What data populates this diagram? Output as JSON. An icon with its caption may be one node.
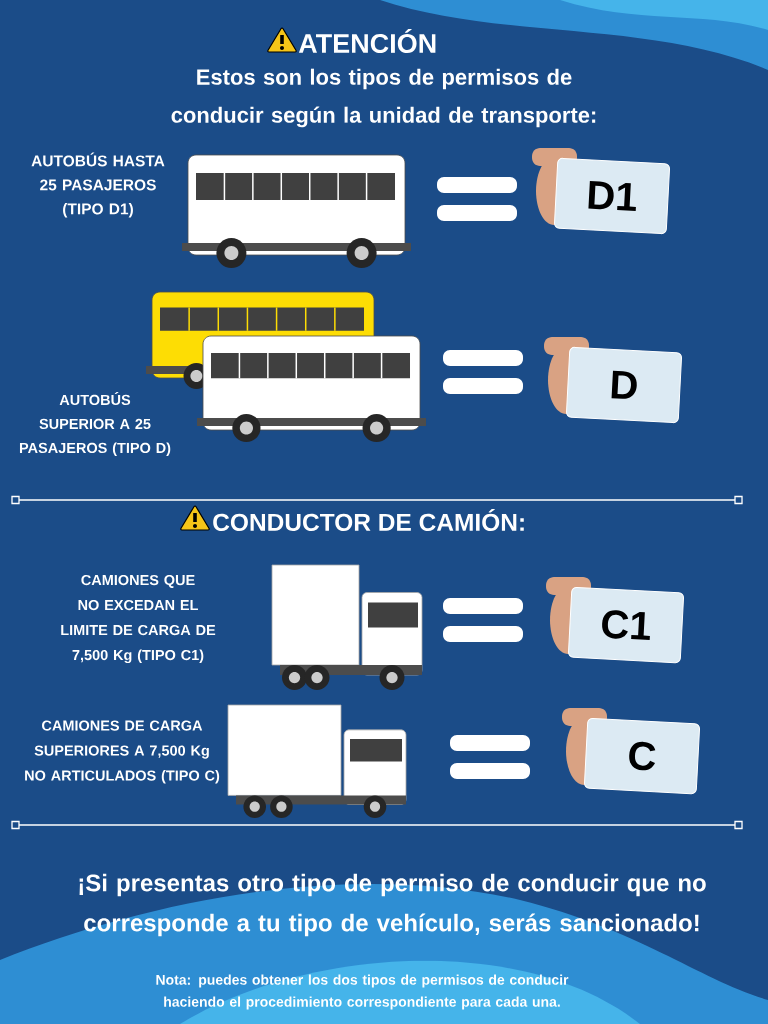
{
  "diagram": {
    "title": "ATENCIÓN",
    "nodes": [
      {
        "text": [
          "D1"
        ]
      },
      {
        "text": [
          "D"
        ]
      },
      {
        "text": [
          "C1"
        ]
      },
      {
        "text": [
          "C"
        ]
      }
    ],
    "labels": [
      "Estos son los tipos de permisos de conducir según la unidad de transporte:",
      "AUTOBÚS HASTA 25 PASAJEROS (TIPO D1)",
      "AUTOBÚS SUPERIOR A 25 PASAJEROS (TIPO D)",
      "CONDUCTOR DE CAMIÓN:",
      "CAMIONES QUE NO EXCEDAN EL LIMITE DE CARGA DE 7,500 Kg (TIPO C1)",
      "CAMIONES DE CARGA SUPERIORES A 7,500 Kg NO ARTICULADOS (TIPO C)",
      "¡Si presentas otro tipo de permiso de conducir que no corresponde a tu tipo de vehículo, serás sancionado!",
      "Nota: puedes obtener los dos tipos de permisos de conducir haciendo el procedimiento correspondiente para cada una."
    ]
  }
}
